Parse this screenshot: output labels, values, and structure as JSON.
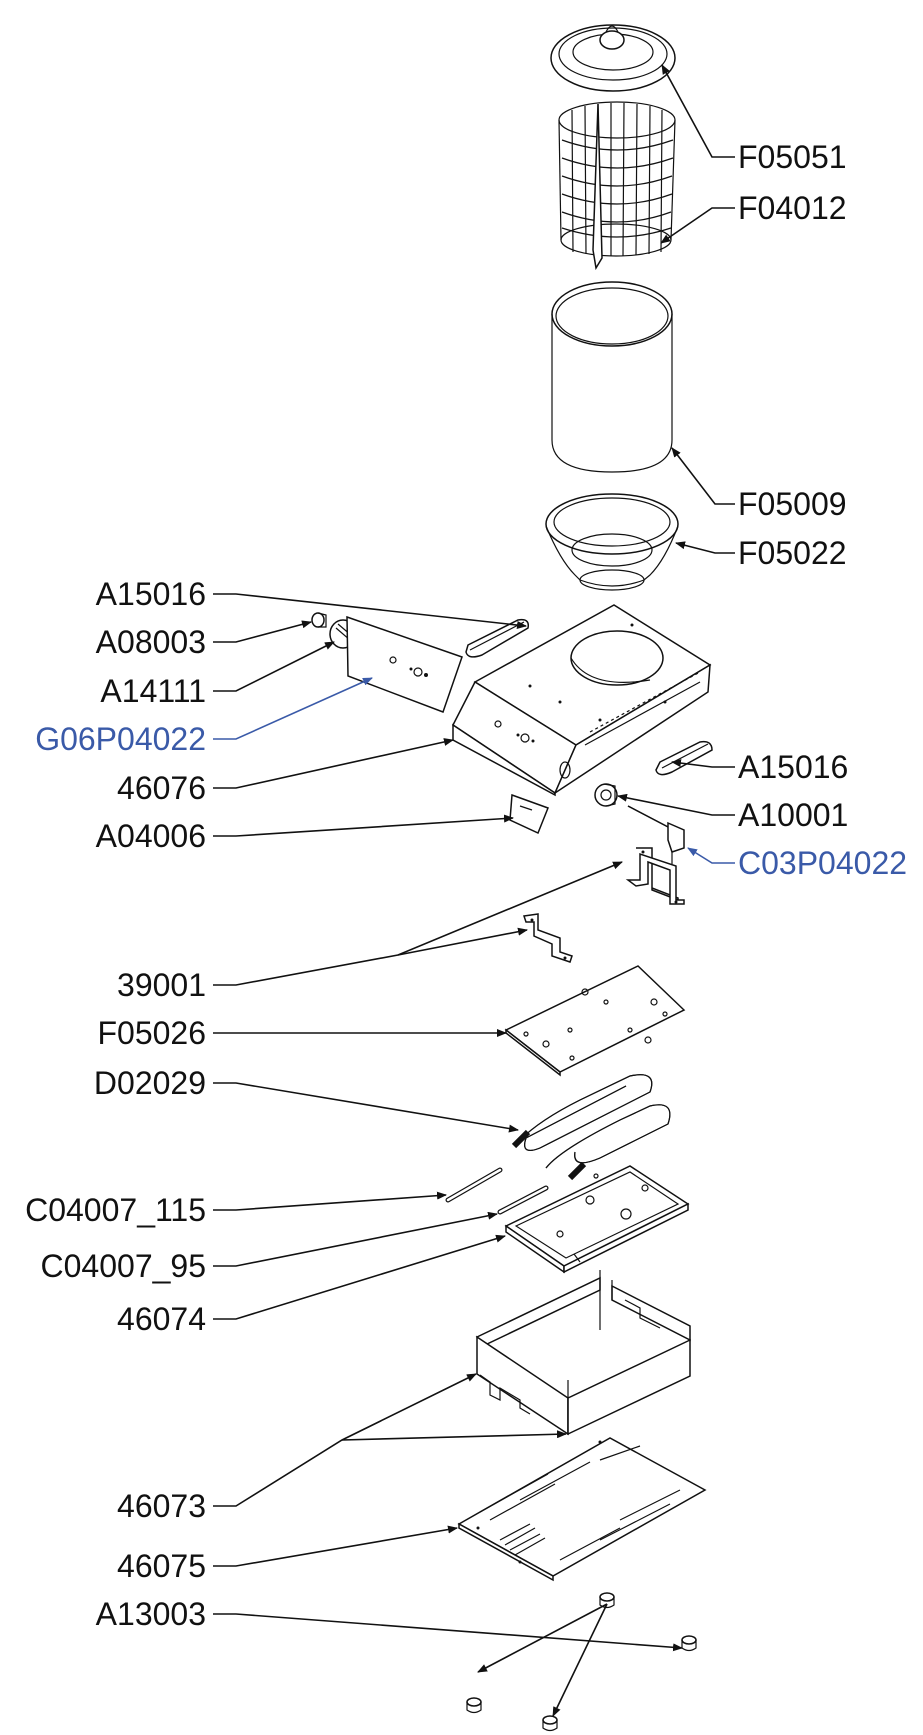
{
  "labels": {
    "F05051": "F05051",
    "F04012": "F04012",
    "F05009": "F05009",
    "F05022": "F05022",
    "A15016_left": "A15016",
    "A08003": "A08003",
    "A14111": "A14111",
    "G06P04022": "G06P04022",
    "n46076": "46076",
    "A04006": "A04006",
    "A15016_right": "A15016",
    "A10001": "A10001",
    "C03P04022": "C03P04022",
    "n39001": "39001",
    "F05026": "F05026",
    "D02029": "D02029",
    "C04007_115": "C04007_115",
    "C04007_95": "C04007_95",
    "n46074": "46074",
    "n46073": "46073",
    "n46075": "46075",
    "A13003": "A13003"
  },
  "colors": {
    "line": "#111111",
    "highlight": "#3a5aa8",
    "background": "#ffffff"
  }
}
